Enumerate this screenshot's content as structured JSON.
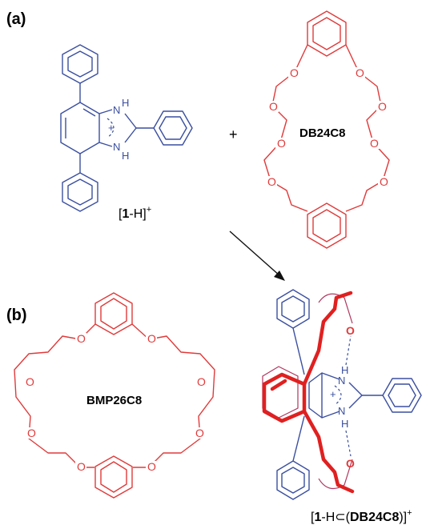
{
  "panels": {
    "a": "(a)",
    "b": "(b)"
  },
  "labels": {
    "plus": "+",
    "charge": "+",
    "nh": "N",
    "h": "H",
    "oxygen": "O",
    "db24c8": "DB24C8",
    "bmp26c8": "BMP26C8",
    "cation_open": "[",
    "cation_num": "1",
    "cation_rest": "-H]",
    "cation_sup": "+",
    "complex_open": "[",
    "complex_num": "1",
    "complex_mid": "-H⊂(",
    "complex_host": "DB24C8",
    "complex_close": ")]",
    "complex_sup": "+"
  },
  "colors": {
    "guest": "#3a4fa0",
    "host": "#e03a3a"
  }
}
